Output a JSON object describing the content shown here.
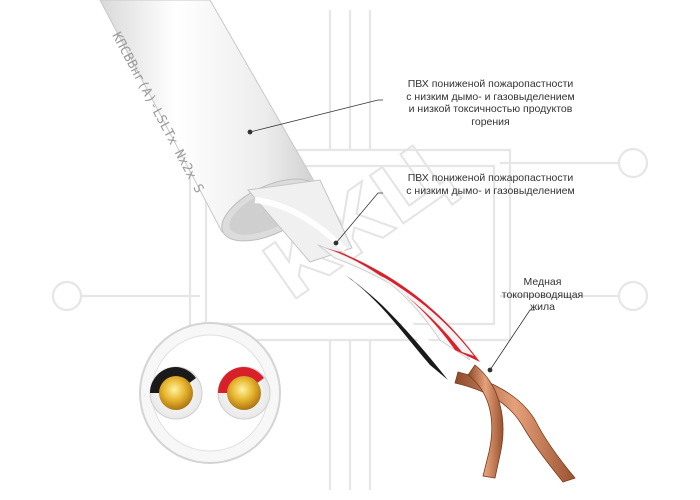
{
  "cable": {
    "marking": "КПСВВнг(А)-LSLTx  Nx2x S"
  },
  "watermark": {
    "text": "ККЦ"
  },
  "callouts": [
    {
      "lines": [
        "ПВХ пониженой пожаропастности",
        "с низким дымо- и газовыделением",
        "и низкой токсичностью продуктов",
        "горения"
      ]
    },
    {
      "lines": [
        "ПВХ пониженой пожаропастности",
        "с низким дымо- и газовыделением"
      ]
    },
    {
      "lines": [
        "Медная",
        "токопроводящая",
        "жила"
      ]
    }
  ],
  "colors": {
    "sheath": "#f2f2f2",
    "red_core": "#d8202a",
    "black_core": "#1a1a1a",
    "copper": "#c9744a",
    "gold_cross_section": "#e0a82e"
  }
}
